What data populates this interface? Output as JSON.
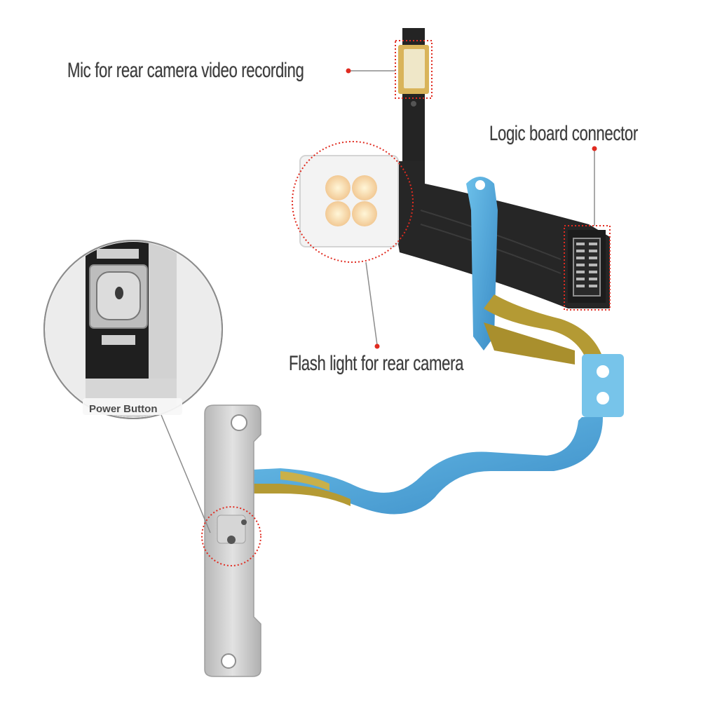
{
  "callouts": {
    "mic": "Mic for rear camera video recording",
    "logic_board": "Logic board connector",
    "flash": "Flash light for rear camera",
    "power_button": "Power Button"
  },
  "colors": {
    "callout_marker": "#e02b20",
    "label_text": "#3c3c3c",
    "flex_cable": "#2b2b2b",
    "blue_stiffener": "#4a9fd6",
    "bracket_metal": "#c9c9c9"
  }
}
